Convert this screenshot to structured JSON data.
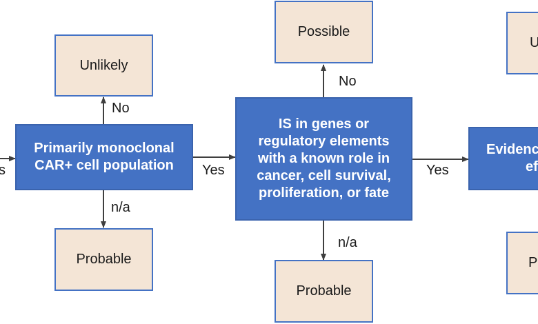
{
  "nodes": {
    "unlikely_1": "Unlikely",
    "possible": "Possible",
    "unlikely_2_partial": "U",
    "monoclonal": [
      "Primarily monoclonal",
      "CAR+ cell population"
    ],
    "is_genes": [
      "IS in genes or",
      "regulatory elements",
      "with a known role in",
      "cancer, cell survival,",
      "proliferation, or fate"
    ],
    "evidence_partial": [
      "Evidence",
      "eff"
    ],
    "probable_1": "Probable",
    "probable_2": "Probable",
    "probable_3_partial": "Pr"
  },
  "edge_labels": {
    "left_partial": "s",
    "mono_no": "No",
    "mono_na": "n/a",
    "mono_yes": "Yes",
    "is_no": "No",
    "is_na": "n/a",
    "is_yes": "Yes"
  },
  "colors": {
    "outcome_fill": "#f4e5d6",
    "outcome_border": "#4472c4",
    "decision_fill": "#4472c4",
    "arrow": "#3f3f3f"
  }
}
